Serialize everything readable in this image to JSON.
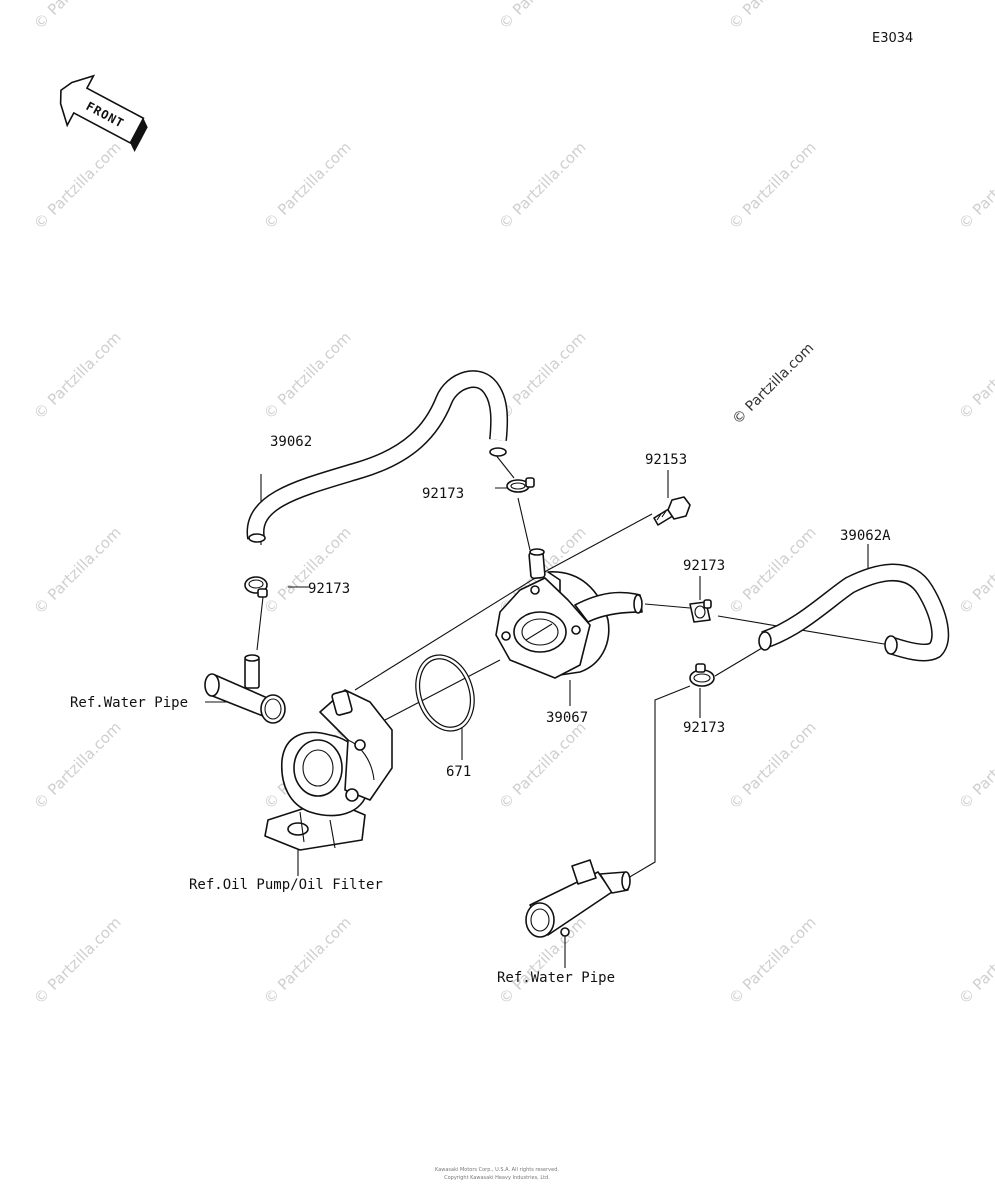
{
  "diagram_code": "E3034",
  "front_label": "FRONT",
  "watermark_text": "© Partzilla.com",
  "labels": {
    "hose_top": "39062",
    "clamp_top": "92173",
    "clamp_left": "92173",
    "bolt": "92153",
    "clamp_right_top": "92173",
    "hose_right": "39062A",
    "clamp_right_bottom": "92173",
    "cooler": "39067",
    "oring": "671",
    "ref_water_pipe_left": "Ref.Water Pipe",
    "ref_oil_pump": "Ref.Oil Pump/Oil Filter",
    "ref_water_pipe_bottom": "Ref.Water Pipe"
  },
  "footer": {
    "line1": "Kawasaki Motors Corp., U.S.A. All rights reserved.",
    "line2": "Copyright Kawasaki Heavy Industries, Ltd."
  }
}
